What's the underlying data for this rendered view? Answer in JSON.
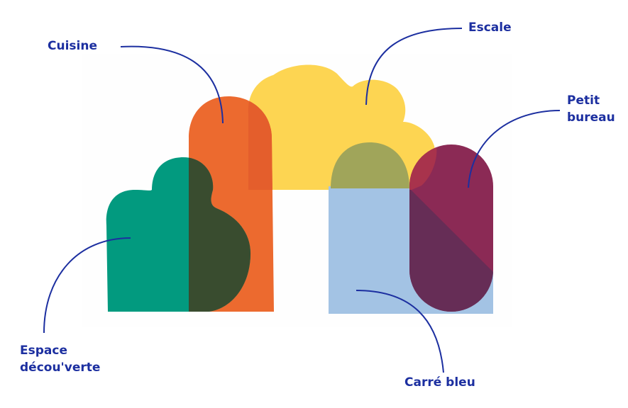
{
  "labels": {
    "cuisine": "Cuisine",
    "escale": "Escale",
    "petit_bureau": [
      "Petit",
      "bureau"
    ],
    "espace_decouverte": [
      "Espace",
      "décou'verte"
    ],
    "carre_bleu": "Carré bleu"
  },
  "colors": {
    "backdrop": "#fefefe",
    "cuisine": "#ec6a2f",
    "escale": "#fdd552",
    "petit_bureau": "#8b2a55",
    "espace_decouverte": "#029a7f",
    "carre_bleu": "#a3c3e4",
    "overlap_green_orange": "#394c2f",
    "overlap_yellow_blue": "#a0a55a",
    "overlap_purple_blue": "#662d56",
    "leader_line": "#1c2fa0",
    "label_text": "#1c2fa0"
  }
}
